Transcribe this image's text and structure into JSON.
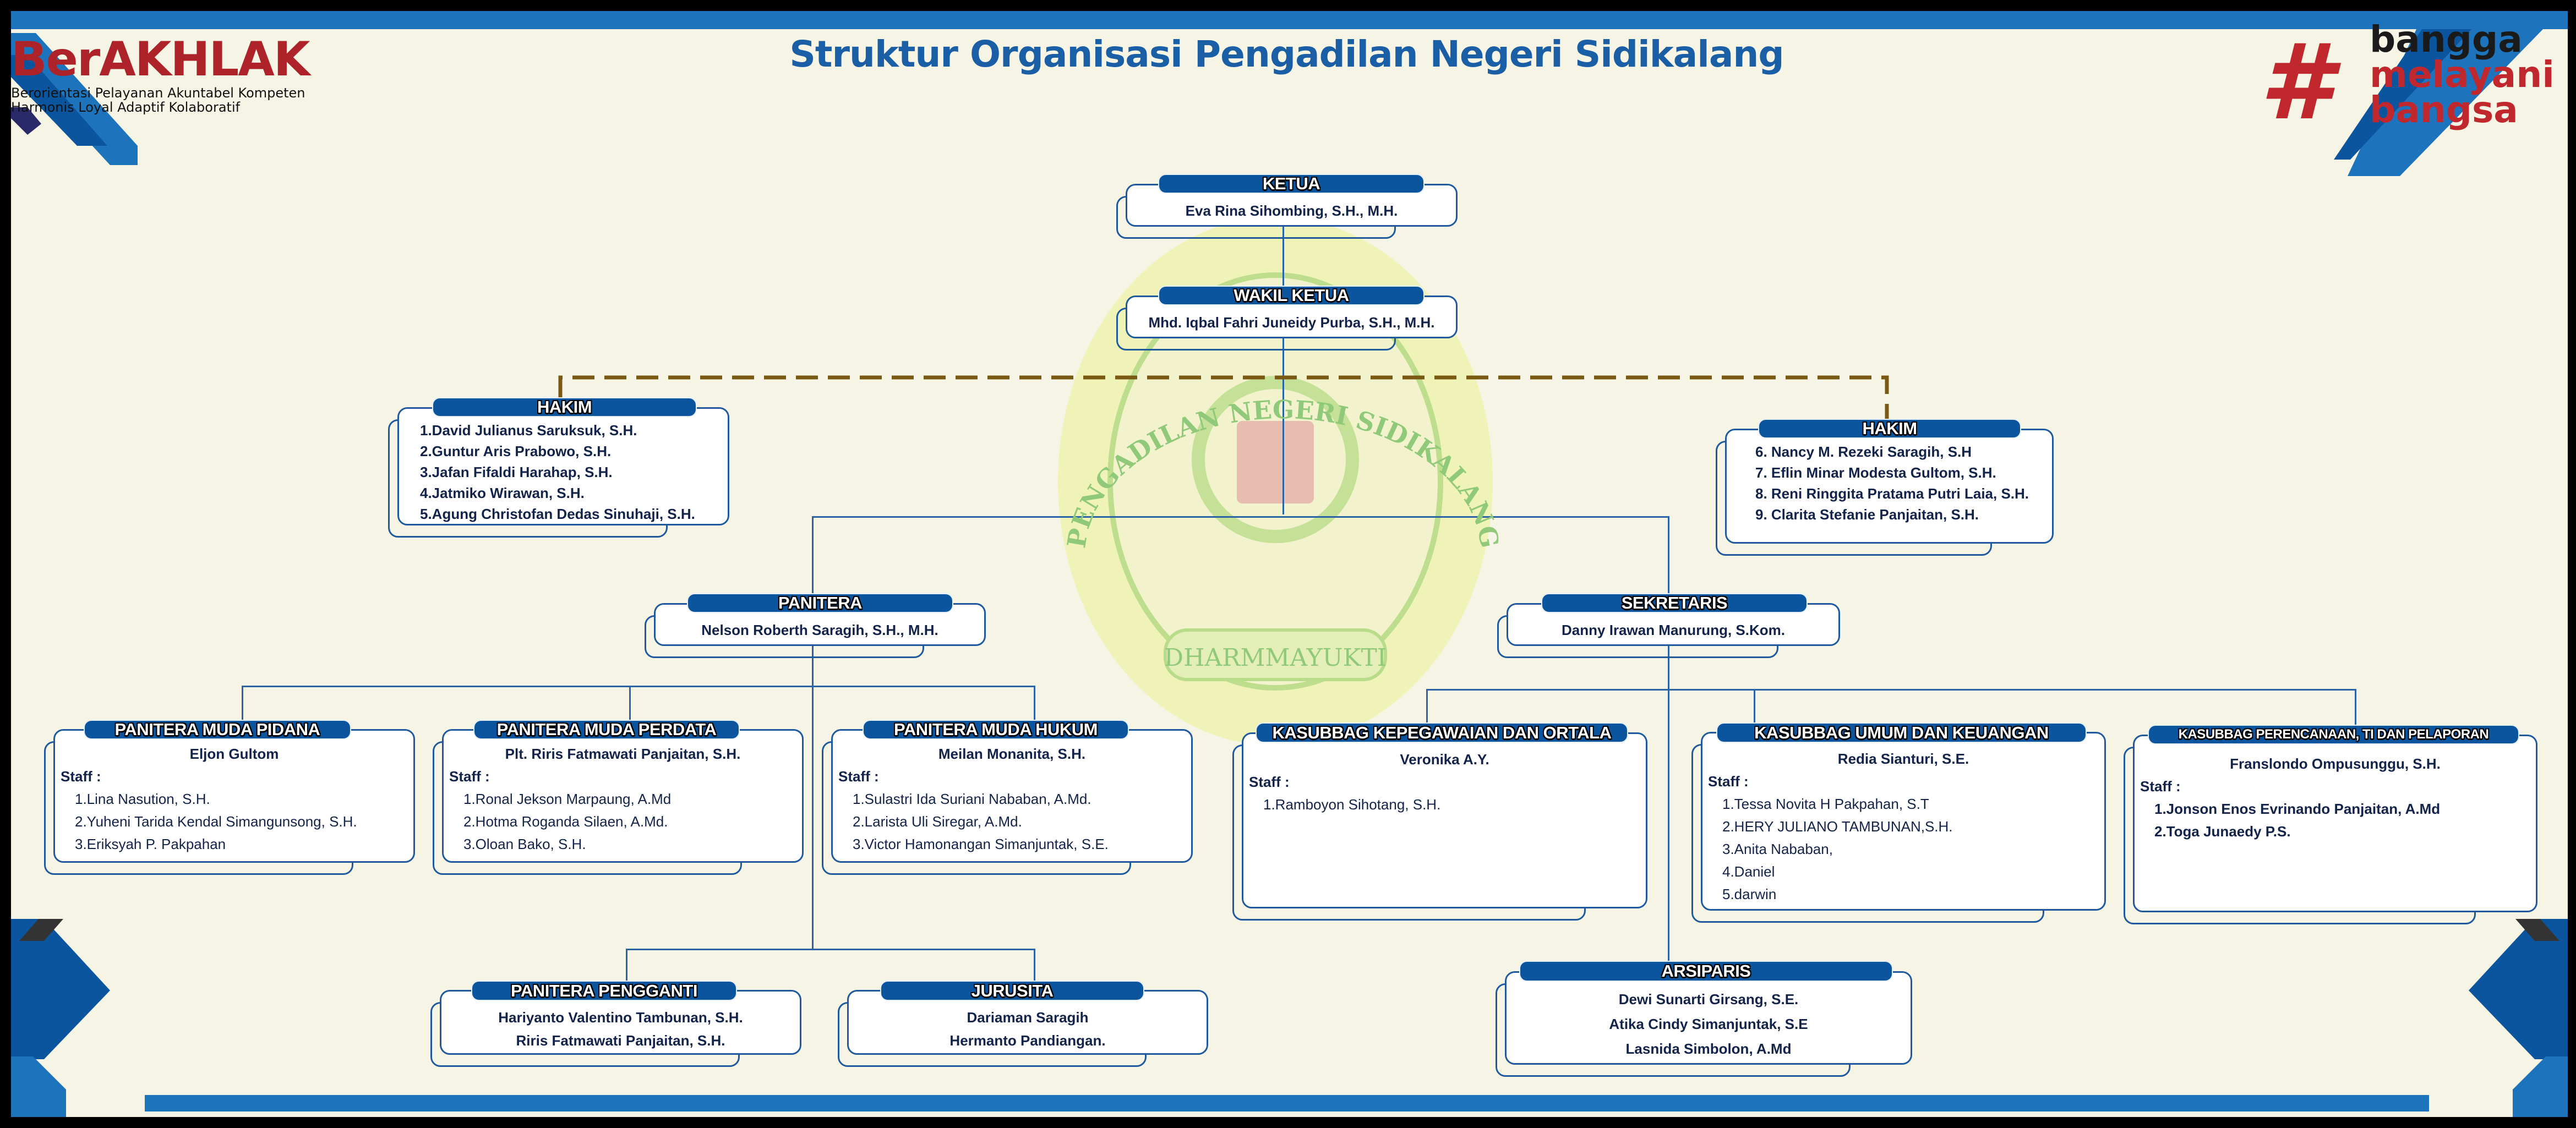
{
  "header": {
    "title": "Struktur Organisasi Pengadilan Negeri Sidikalang",
    "logo_left": {
      "brand": "BerAKHLAK",
      "tagline1": "Berorientasi Pelayanan Akuntabel Kompeten",
      "tagline2": "Harmonis Loyal Adaptif Kolaboratif"
    },
    "logo_right": {
      "line1": "bangga",
      "line2": "melayani",
      "line3": "bangsa"
    }
  },
  "watermark": {
    "ring_text": "PENGADILAN NEGERI SIDIKALANG",
    "motto": "DHARMMAYUKTI"
  },
  "colors": {
    "accent": "#0b559f",
    "bar": "#1d74bc",
    "brand_red": "#ad2329",
    "connector_brown": "#7a5a12",
    "background": "#f6f5e5"
  },
  "units": {
    "ketua": {
      "title": "KETUA",
      "lines": [
        "Eva Rina Sihombing, S.H., M.H."
      ]
    },
    "wakil": {
      "title": "WAKIL KETUA",
      "lines": [
        "Mhd. Iqbal Fahri Juneidy Purba, S.H., M.H."
      ]
    },
    "hakim1": {
      "title": "HAKIM",
      "lines": [
        "1.David Julianus Saruksuk, S.H.",
        "2.Guntur Aris Prabowo, S.H.",
        "3.Jafan Fifaldi Harahap, S.H.",
        "4.Jatmiko Wirawan, S.H.",
        "5.Agung Christofan Dedas Sinuhaji, S.H."
      ]
    },
    "hakim2": {
      "title": "HAKIM",
      "lines": [
        "6. Nancy M. Rezeki Saragih, S.H",
        "7. Eflin Minar Modesta Gultom, S.H.",
        "8. Reni Ringgita Pratama Putri Laia, S.H.",
        "9. Clarita Stefanie Panjaitan, S.H."
      ]
    },
    "panitera": {
      "title": "PANITERA",
      "lines": [
        "Nelson Roberth Saragih, S.H., M.H."
      ]
    },
    "sekretaris": {
      "title": "SEKRETARIS",
      "lines": [
        "Danny Irawan Manurung, S.Kom."
      ]
    },
    "pm_pidana": {
      "title": "PANITERA MUDA PIDANA",
      "leader": "Eljon Gultom",
      "staff_label": "Staff :",
      "staff": [
        "1.Lina Nasution, S.H.",
        "2.Yuheni Tarida Kendal Simangunsong, S.H.",
        "3.Eriksyah P. Pakpahan"
      ]
    },
    "pm_perdata": {
      "title": "PANITERA MUDA PERDATA",
      "leader": "Plt. Riris Fatmawati Panjaitan, S.H.",
      "staff_label": "Staff :",
      "staff": [
        "1.Ronal Jekson Marpaung, A.Md",
        "2.Hotma Roganda Silaen, A.Md.",
        "3.Oloan Bako, S.H."
      ]
    },
    "pm_hukum": {
      "title": "PANITERA MUDA HUKUM",
      "leader": "Meilan Monanita, S.H.",
      "staff_label": "Staff :",
      "staff": [
        "1.Sulastri Ida Suriani Nababan, A.Md.",
        "2.Larista Uli Siregar, A.Md.",
        "3.Victor Hamonangan Simanjuntak, S.E."
      ]
    },
    "kepeg": {
      "title": "KASUBBAG KEPEGAWAIAN DAN ORTALA",
      "leader": "Veronika A.Y.",
      "staff_label": "Staff :",
      "staff": [
        "1.Ramboyon Sihotang, S.H."
      ]
    },
    "umum": {
      "title": "KASUBBAG UMUM DAN KEUANGAN",
      "leader": "Redia Sianturi, S.E.",
      "staff_label": "Staff :",
      "staff": [
        "1.Tessa Novita H Pakpahan, S.T",
        "2.HERY JULIANO TAMBUNAN,S.H.",
        "3.Anita Nababan,",
        "4.Daniel",
        "5.darwin"
      ]
    },
    "perencanaan": {
      "title": "KASUBBAG PERENCANAAN, TI DAN PELAPORAN",
      "leader": "Franslondo Ompusunggu, S.H.",
      "staff_label": "Staff :",
      "staff": [
        "1.Jonson Enos Evrinando Panjaitan, A.Md",
        "2.Toga Junaedy P.S."
      ]
    },
    "pengganti": {
      "title": "PANITERA PENGGANTI",
      "lines": [
        "Hariyanto Valentino Tambunan, S.H.",
        "Riris Fatmawati Panjaitan, S.H."
      ]
    },
    "jurusita": {
      "title": "JURUSITA",
      "lines": [
        "Dariaman Saragih",
        "Hermanto Pandiangan."
      ]
    },
    "arsiparis": {
      "title": "ARSIPARIS",
      "lines": [
        "Dewi Sunarti Girsang, S.E.",
        "Atika Cindy Simanjuntak, S.E",
        "Lasnida Simbolon, A.Md"
      ]
    }
  }
}
